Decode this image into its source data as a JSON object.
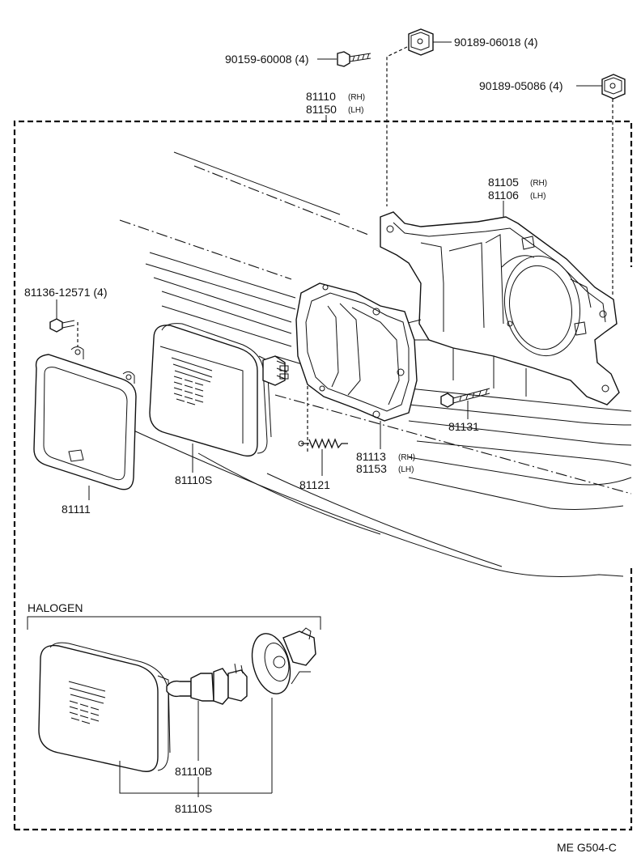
{
  "labels": {
    "bolt_90159": "90159-60008 (4)",
    "nut_90189_06018": "90189-06018 (4)",
    "nut_90189_05086": "90189-05086 (4)",
    "unit_81110": "81110",
    "unit_81110_rh": "(RH)",
    "unit_81150": "81150",
    "unit_81150_lh": "(LH)",
    "bracket_81105": "81105",
    "bracket_81105_rh": "(RH)",
    "bracket_81106": "81106",
    "bracket_81106_lh": "(LH)",
    "screw_81136": "81136-12571 (4)",
    "ring_81111": "81111",
    "lamp_81110S": "81110S",
    "spring_81121": "81121",
    "housing_81113": "81113",
    "housing_81113_rh": "(RH)",
    "housing_81153": "81153",
    "housing_81153_lh": "(LH)",
    "screw_81131": "81131",
    "halogen_title": "HALOGEN",
    "bulb_81110B": "81110B",
    "halogen_81110S": "81110S",
    "ref_code": "ME  G504-C"
  }
}
